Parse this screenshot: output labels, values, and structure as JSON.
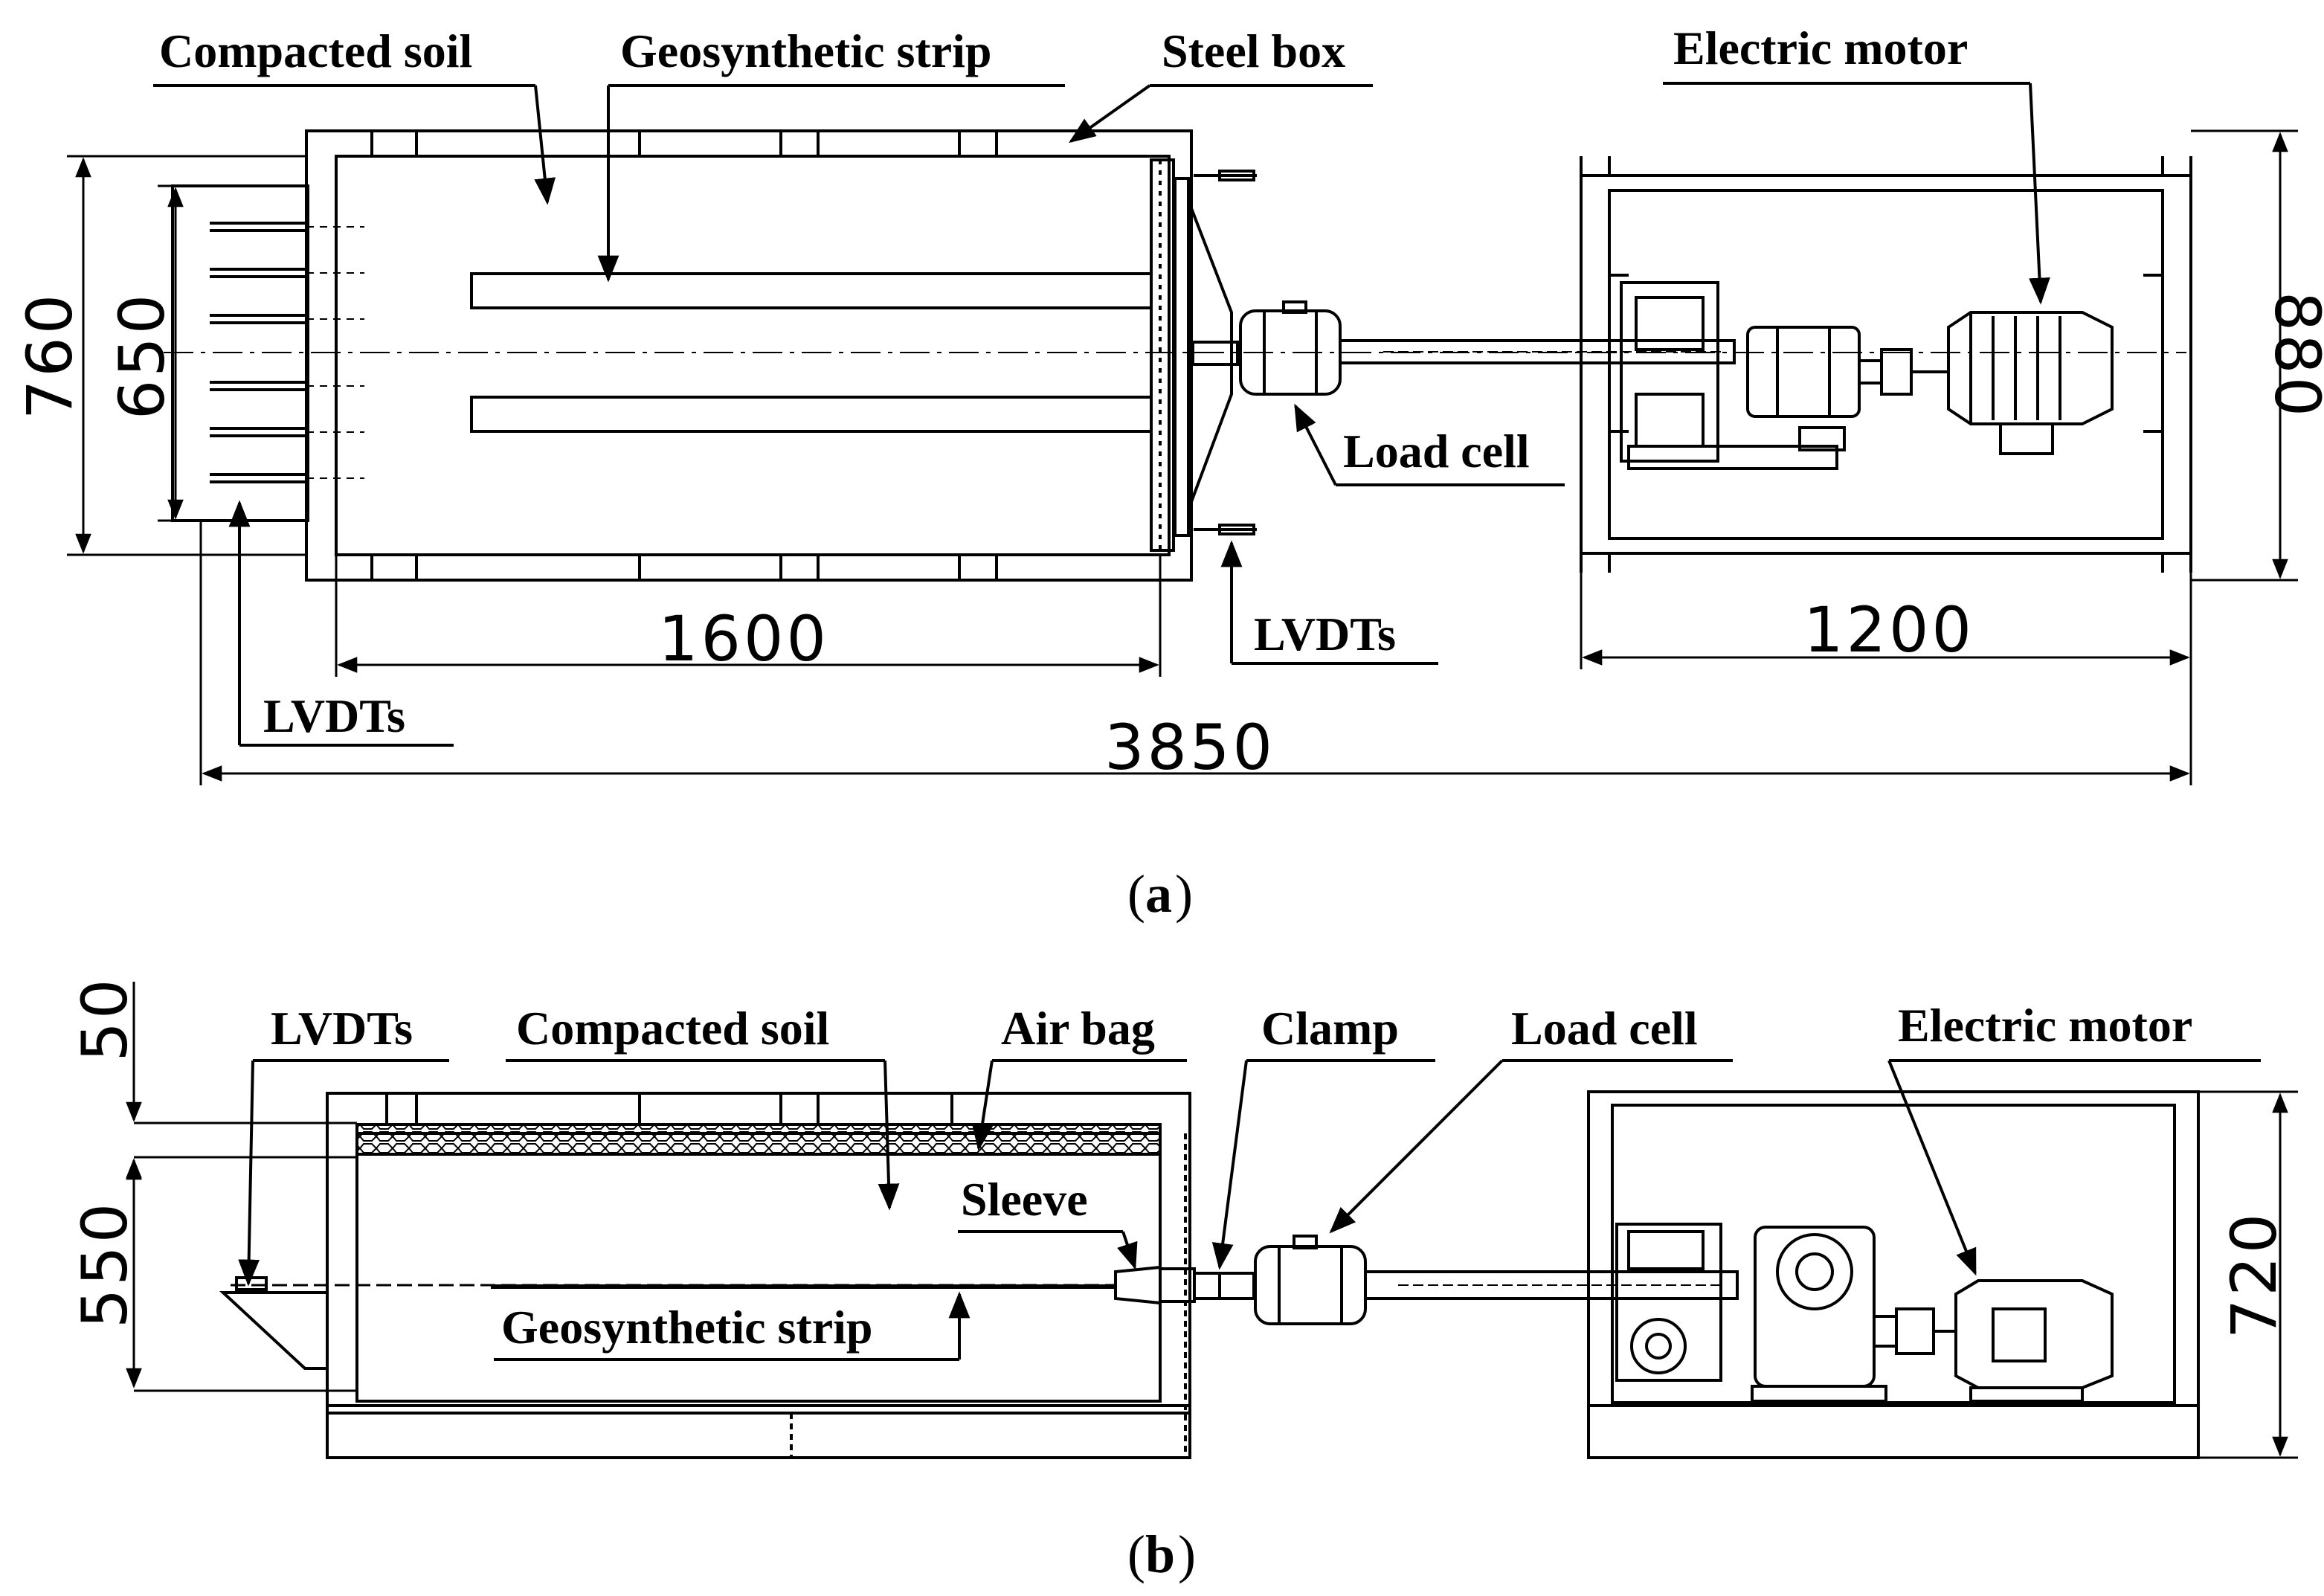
{
  "panel_a": {
    "caption": {
      "open": "(",
      "letter": "a",
      "close": ")"
    },
    "labels": {
      "compacted_soil": "Compacted soil",
      "geosynthetic_strip": "Geosynthetic strip",
      "steel_box": "Steel box",
      "electric_motor": "Electric motor",
      "load_cell": "Load cell",
      "lvdts_front": "LVDTs",
      "lvdts_rear": "LVDTs"
    },
    "dimensions": {
      "box_length": "1600",
      "motor_frame_length": "1200",
      "overall_length": "3850",
      "box_width": "760",
      "strip_spacing": "650",
      "motor_frame_width": "880"
    }
  },
  "panel_b": {
    "caption": {
      "open": "(",
      "letter": "b",
      "close": ")"
    },
    "labels": {
      "lvdts": "LVDTs",
      "compacted_soil": "Compacted soil",
      "air_bag": "Air bag",
      "clamp": "Clamp",
      "load_cell": "Load cell",
      "electric_motor": "Electric motor",
      "sleeve": "Sleeve",
      "geosynthetic_strip": "Geosynthetic strip"
    },
    "dimensions": {
      "airbag_height": "50",
      "soil_height": "550",
      "frame_height": "720"
    }
  }
}
